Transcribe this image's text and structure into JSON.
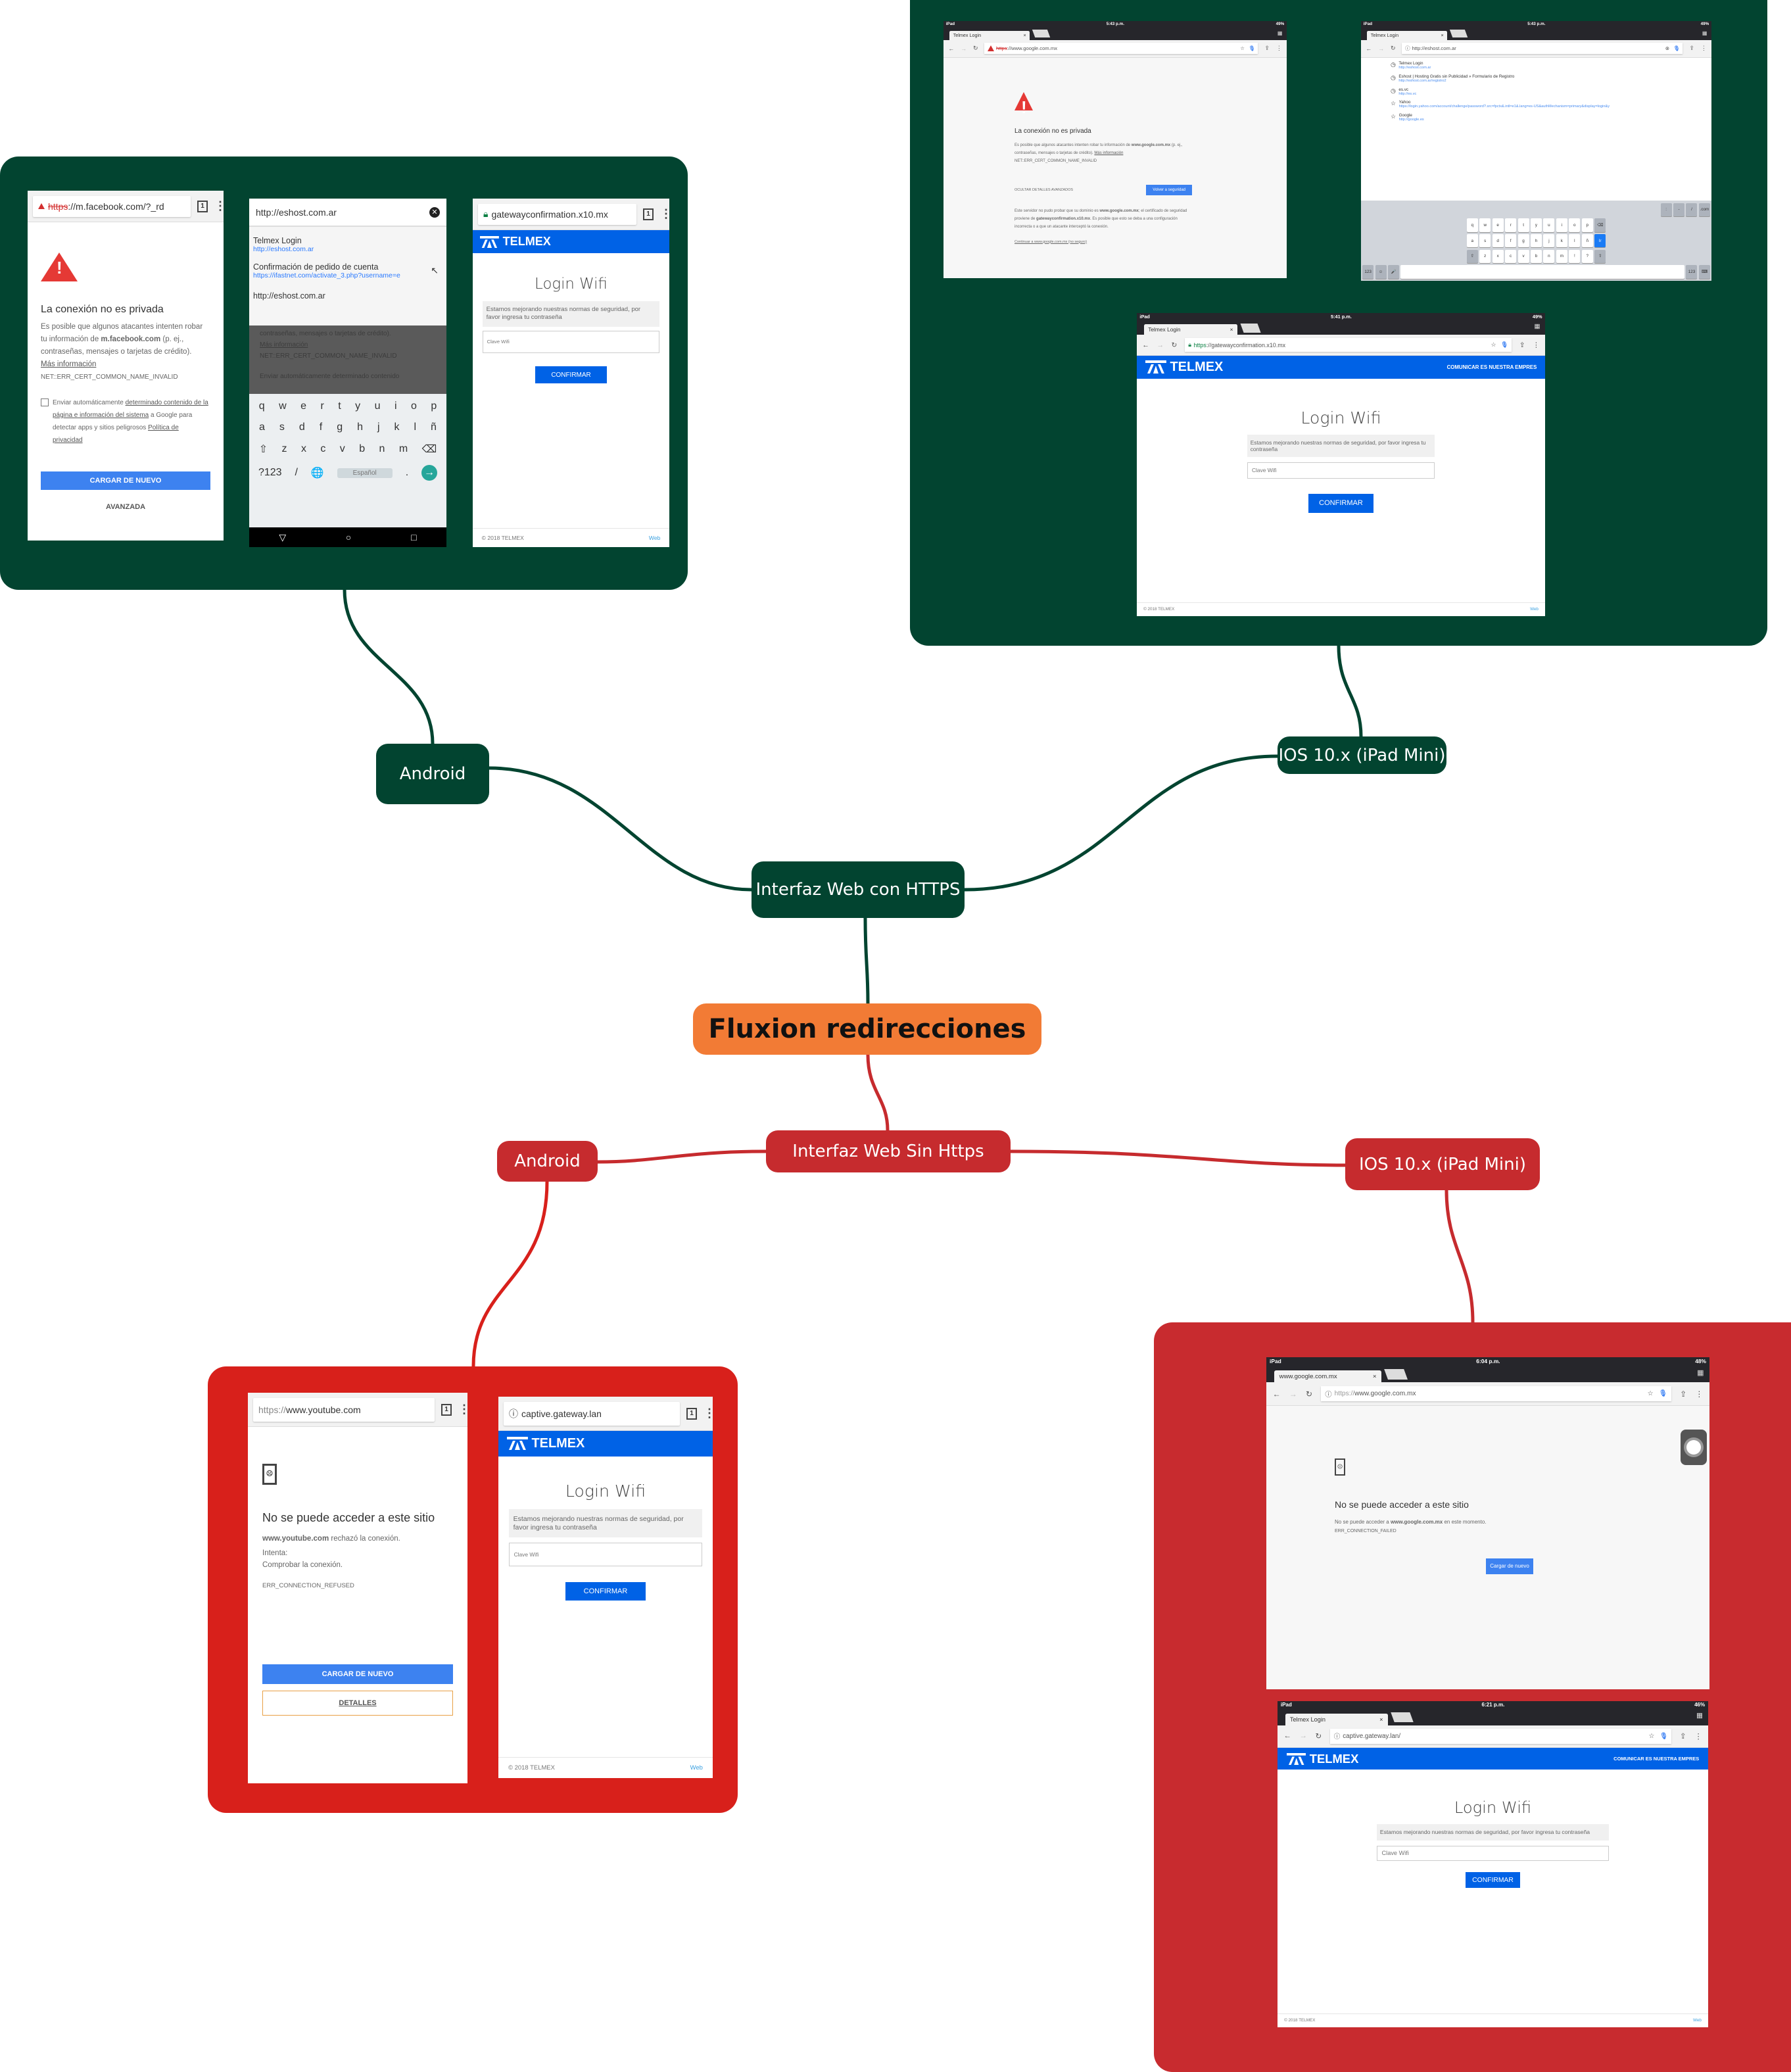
{
  "title": "Fluxion redirecciones",
  "colors": {
    "https_branch": "#024430",
    "central": "#f27b35",
    "http_branch": "#c62b2e",
    "android_http_panel": "#d8201b",
    "ios_http_panel": "#c82b2f",
    "telmex_blue": "#0062e6"
  },
  "telmex_login": {
    "brand": "TELMEX",
    "tagline": "COMUNICAR ES NUESTRA EMPRES",
    "heading": "Login Wifi",
    "notice": "Estamos mejorando nuestras normas de seguridad, por favor ingresa tu contraseña",
    "placeholder": "Clave Wifi",
    "button": "CONFIRMAR",
    "footer": "© 2018 TELMEX",
    "footer_link": "Web"
  },
  "https": {
    "label": "Interfaz Web con HTTPS",
    "android": {
      "label": "Android",
      "warning": {
        "url_scheme": "https",
        "url_rest": "://m.facebook.com/?_rd",
        "tab_count": "1",
        "heading": "La conexión no es privada",
        "body_1": "Es posible que algunos atacantes intenten robar tu información de ",
        "body_domain": "m.facebook.com",
        "body_2": " (p. ej., contraseñas, mensajes o tarjetas de crédito).",
        "more_info": "Más información",
        "error_code": "NET::ERR_CERT_COMMON_NAME_INVALID",
        "checkbox_1": "Enviar automáticamente ",
        "checkbox_link": "determinado contenido de la página e información del sistema",
        "checkbox_2": " a Google para detectar apps y sitios peligrosos ",
        "privacy_link": "Política de privacidad",
        "reload": "CARGAR DE NUEVO",
        "advanced": "AVANZADA"
      },
      "typing": {
        "url": "http://eshost.com.ar",
        "suggestions": [
          {
            "title": "Telmex Login",
            "url": "http://eshost.com.ar"
          },
          {
            "title": "Confirmación de pedido de cuenta",
            "url": "https://ifastnet.com/activate_3.php?username=e"
          }
        ],
        "plain": "http://eshost.com.ar",
        "dim_1": "contraseñas, mensajes o tarjetas de crédito).",
        "dim_2": "Más información",
        "dim_3": "NET::ERR_CERT_COMMON_NAME_INVALID",
        "dim_4": "Enviar automáticamente determinado contenido",
        "keyboard": {
          "row1": [
            "q",
            "w",
            "e",
            "r",
            "t",
            "y",
            "u",
            "i",
            "o",
            "p"
          ],
          "row2": [
            "a",
            "s",
            "d",
            "f",
            "g",
            "h",
            "j",
            "k",
            "l",
            "ñ"
          ],
          "row3": [
            "⇧",
            "z",
            "x",
            "c",
            "v",
            "b",
            "n",
            "m",
            "⌫"
          ],
          "row4": [
            "?123",
            "/",
            "🌐",
            "Español",
            ".",
            "→"
          ]
        }
      },
      "login": {
        "url": "gatewayconfirmation.x10.mx",
        "tab_count": "1"
      }
    },
    "ios": {
      "label": "IOS 10.x (iPad Mini)",
      "warning": {
        "device": "iPad",
        "time": "5:43 p.m.",
        "battery": "49%",
        "tab": "Telmex Login",
        "url_scheme": "https",
        "url_rest": "://www.google.com.mx",
        "heading": "La conexión no es privada",
        "body_1": "Es posible que algunos atacantes intenten robar tu información de ",
        "body_domain": "www.google.com.mx",
        "body_2": " (p. ej., contraseñas, mensajes o tarjetas de crédito). ",
        "more_info": "Más información",
        "error_code": "NET::ERR_CERT_COMMON_NAME_INVALID",
        "hide_advanced": "OCULTAR DETALLES AVANZADOS",
        "back_button": "Volver a seguridad",
        "detail_1": "Este servidor no pudo probar que su dominio es ",
        "detail_domain": "www.google.com.mx",
        "detail_2": "; el certificado de seguridad proviene de ",
        "detail_cert": "gatewayconfirmation.x10.mx",
        "detail_3": ". Es posible que esto se deba a una configuración incorrecta o a que un atacante interceptó la conexión.",
        "proceed": "Continuar a www.google.com.mx (no seguro)"
      },
      "typing": {
        "device": "iPad",
        "time": "5:43 p.m.",
        "battery": "49%",
        "tab": "Telmex Login",
        "url": "http://eshost.com.ar",
        "suggestions": [
          {
            "title": "Telmex Login",
            "url": "http://eshost.com.ar"
          },
          {
            "title": "Eshost | Hosting Gratis sin Publicidad » Formulario de Registro",
            "url": "http://eshost.com.ar/registro2"
          },
          {
            "title": "es.vc",
            "url": "http://es.vc"
          },
          {
            "title": "Yahoo",
            "url": "https://login.yahoo.com/account/challenge/password?.src=fpctx&.intl=e1&.lang=es-US&authMechanism=primary&display=login&y"
          },
          {
            "title": "Google",
            "url": "http://google.es"
          }
        ],
        "keyboard": {
          "row0": [
            ":",
            "-",
            "/",
            ".com"
          ],
          "row1": [
            "q",
            "w",
            "e",
            "r",
            "t",
            "y",
            "u",
            "i",
            "o",
            "p",
            "⌫"
          ],
          "row2": [
            "a",
            "s",
            "d",
            "f",
            "g",
            "h",
            "j",
            "k",
            "l",
            "ñ",
            "Ir"
          ],
          "row3": [
            "⇧",
            "z",
            "x",
            "c",
            "v",
            "b",
            "n",
            "m",
            "!",
            "?",
            "⇧"
          ],
          "row4": [
            "123",
            "☺",
            "🎤",
            " ",
            "123",
            "⌨"
          ]
        }
      },
      "login": {
        "device": "iPad",
        "time": "5:41 p.m.",
        "battery": "49%",
        "tab": "Telmex Login",
        "url_scheme": "https",
        "url_rest": "://gatewayconfirmation.x10.mx"
      }
    }
  },
  "http": {
    "label": "Interfaz Web Sin Https",
    "android": {
      "label": "Android",
      "error": {
        "url_scheme": "https://",
        "url_rest": "www.youtube.com",
        "tab_count": "1",
        "heading": "No se puede acceder a este sitio",
        "domain": "www.youtube.com",
        "message": " rechazó la conexión.",
        "try": "Intenta:",
        "check": "Comprobar la conexión.",
        "error_code": "ERR_CONNECTION_REFUSED",
        "reload": "CARGAR DE NUEVO",
        "details": "DETALLES"
      },
      "login": {
        "url": "captive.gateway.lan",
        "tab_count": "1"
      }
    },
    "ios": {
      "label": "IOS 10.x (iPad Mini)",
      "error": {
        "device": "iPad",
        "time": "6:04 p.m.",
        "battery": "48%",
        "tab": "www.google.com.mx",
        "url_scheme": "https://",
        "url_rest": "www.google.com.mx",
        "heading": "No se puede acceder a este sitio",
        "msg_1": "No se puede acceder a ",
        "msg_domain": "www.google.com.mx",
        "msg_2": " en este momento.",
        "error_code": "ERR_CONNECTION_FAILED",
        "reload": "Cargar de nuevo"
      },
      "login": {
        "device": "iPad",
        "time": "6:21 p.m.",
        "battery": "46%",
        "tab": "Telmex Login",
        "url": "captive.gateway.lan/"
      }
    }
  }
}
